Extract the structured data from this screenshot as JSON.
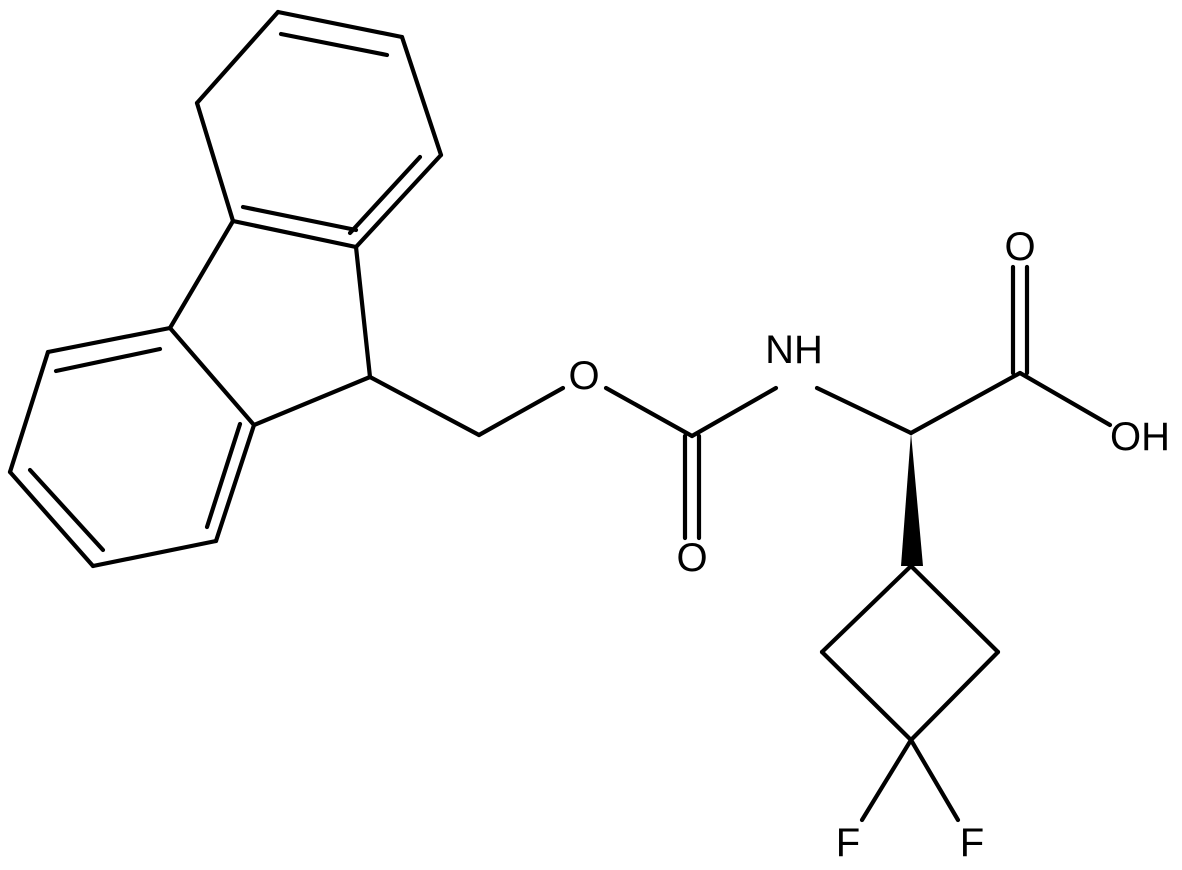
{
  "molecule": {
    "atom_labels": {
      "ether_oxygen": "O",
      "nh": "NH",
      "carbamate_oxygen": "O",
      "acid_carbonyl_oxygen": "O",
      "acid_hydroxyl": "OH",
      "fluorine_left": "F",
      "fluorine_right": "F"
    }
  },
  "colors": {
    "bond": "#000000",
    "label": "#000000",
    "background": "#ffffff"
  }
}
